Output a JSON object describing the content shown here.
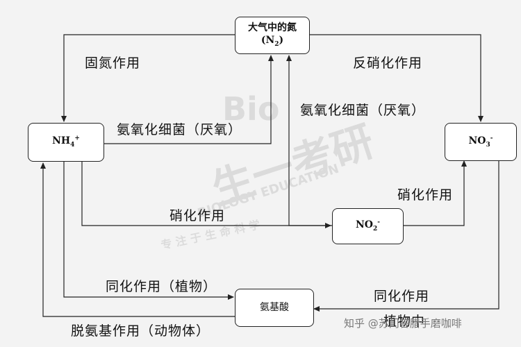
{
  "nodes": {
    "n2": {
      "line1": "大气中的氮",
      "line2_open": "(N",
      "line2_sub": "2",
      "line2_close": ")"
    },
    "nh4": {
      "base": "NH",
      "sub": "4",
      "sup": "+"
    },
    "no3": {
      "base": "NO",
      "sub": "3",
      "sup": "-"
    },
    "no2": {
      "base": "NO",
      "sub": "2",
      "sup": "-"
    },
    "amino": {
      "label": "氨基酸"
    }
  },
  "edges": {
    "nitrogen_fixation": "固氮作用",
    "denitrification": "反硝化作用",
    "anammox_1": "氨氧化细菌（厌氧）",
    "anammox_2": "氨氧化细菌（厌氧）",
    "nitrification_1": "硝化作用",
    "nitrification_2": "硝化作用",
    "assimilation_plant": "同化作用（植物）",
    "assimilation_2": "同化作用",
    "deamination": "脱氨基作用（动物体）",
    "plant_body": "植物中"
  },
  "watermark": {
    "text": "生一考研",
    "bio": "Bio",
    "education": "BIOLOGY EDUCATION",
    "motto": "专 注 于 生 命 科 学"
  },
  "credit": "知乎 @苏门答腊手磨咖啡"
}
